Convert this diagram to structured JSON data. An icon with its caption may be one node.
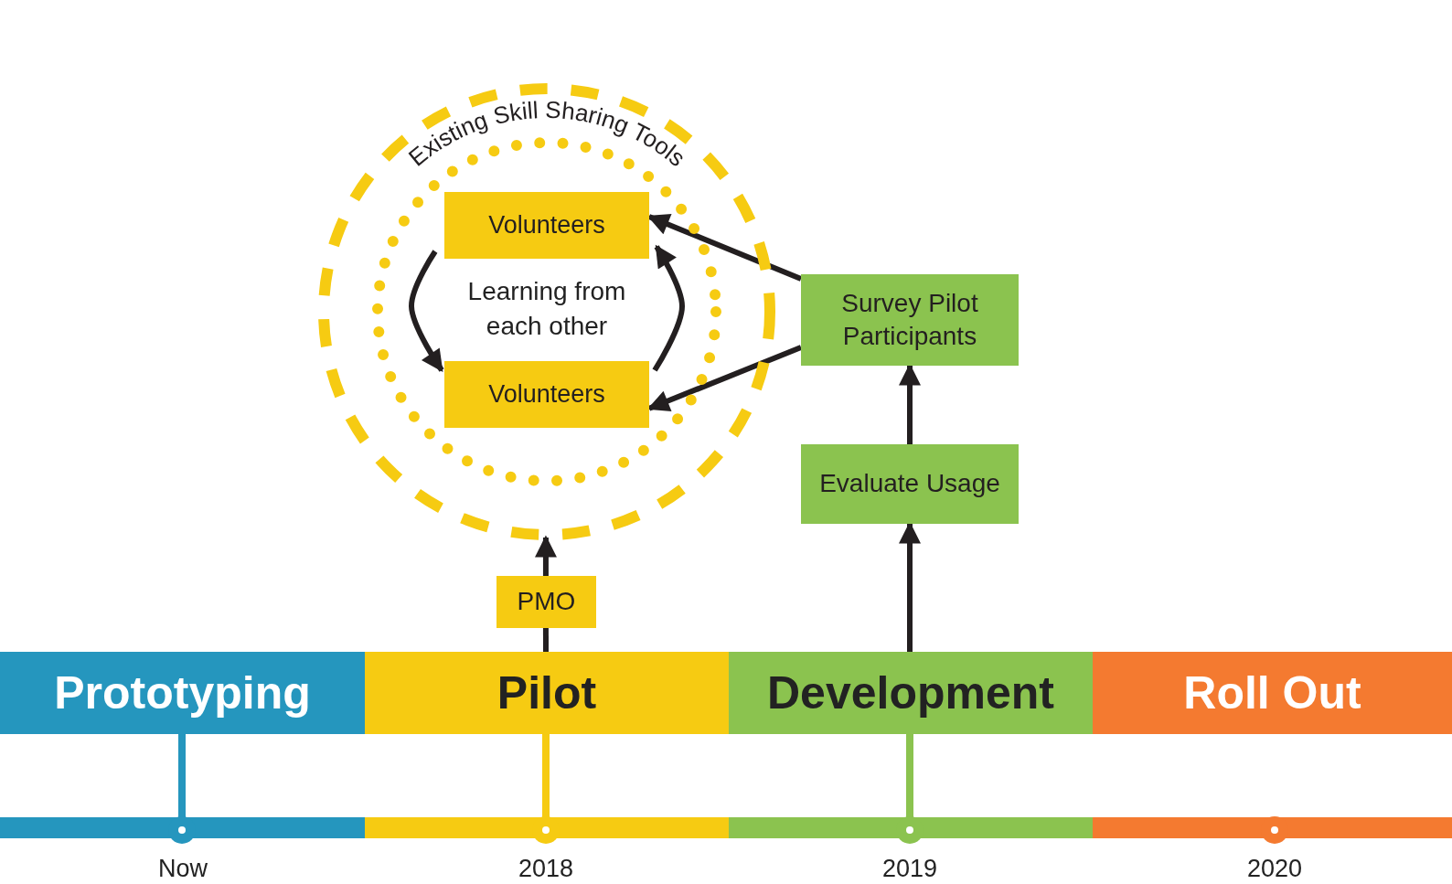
{
  "diagram": {
    "nodes": [
      {
        "text": [
          "Existing Skill Sharing Tools"
        ]
      },
      {
        "text": [
          "Volunteers"
        ],
        "in": 0
      },
      {
        "text": [
          "Volunteers"
        ],
        "in": 0
      },
      {
        "text": [
          "Survey Pilot Participants"
        ]
      },
      {
        "text": [
          "Evaluate Usage"
        ]
      },
      {
        "text": [
          "PMO"
        ]
      },
      {
        "text": [
          "Prototyping"
        ]
      },
      {
        "text": [
          "Pilot"
        ]
      },
      {
        "text": [
          "Development"
        ]
      },
      {
        "text": [
          "Roll Out"
        ]
      }
    ],
    "edges": [
      {
        "from": 7,
        "to": 5,
        "arrow": "none"
      },
      {
        "from": 5,
        "to": 0,
        "arrow": "to"
      },
      {
        "from": 8,
        "to": 4,
        "arrow": "to"
      },
      {
        "from": 4,
        "to": 3,
        "arrow": "to"
      },
      {
        "from": 3,
        "to": 1,
        "arrow": "to"
      },
      {
        "from": 3,
        "to": 2,
        "arrow": "to"
      },
      {
        "from": 1,
        "to": 2,
        "arrow": "to"
      },
      {
        "from": 2,
        "to": 1,
        "arrow": "to"
      }
    ],
    "labels": [
      "Learning from each other",
      "Now",
      "2018",
      "2019",
      "2020"
    ]
  }
}
